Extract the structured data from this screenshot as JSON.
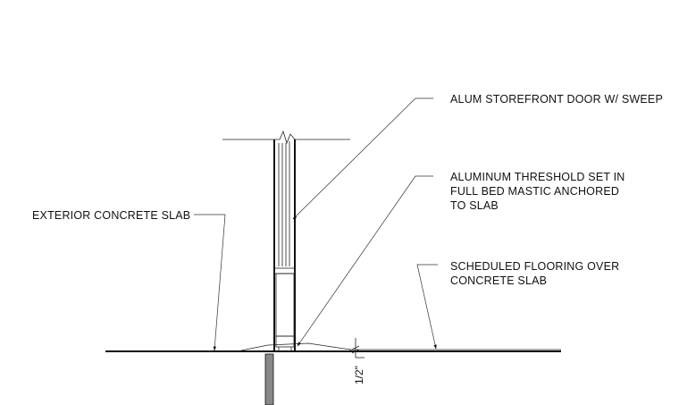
{
  "annotations": {
    "door": [
      "ALUM STOREFRONT DOOR  W/ SWEEP"
    ],
    "threshold": [
      "ALUMINUM THRESHOLD SET IN",
      "FULL BED MASTIC ANCHORED",
      "TO SLAB"
    ],
    "exterior_slab": [
      "EXTERIOR CONCRETE SLAB"
    ],
    "flooring": [
      "SCHEDULED FLOORING OVER",
      "CONCRETE SLAB"
    ]
  },
  "dimension": {
    "value": "1/2\""
  },
  "colors": {
    "line": "#111111",
    "fill_gray": "#888888"
  }
}
